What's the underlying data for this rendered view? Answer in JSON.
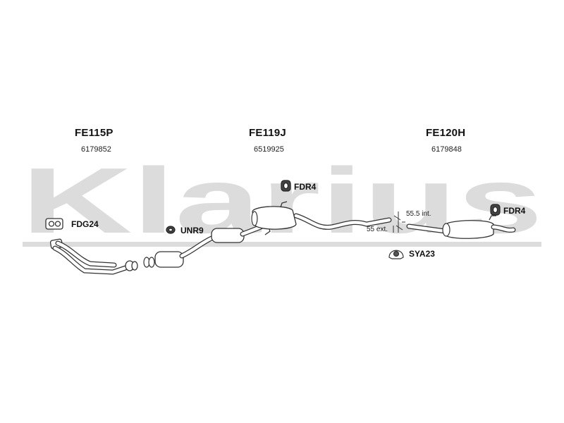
{
  "watermark": {
    "text": "Klarius",
    "color": "#d9d9d9"
  },
  "parts": [
    {
      "code": "FE115P",
      "number": "6179852"
    },
    {
      "code": "FE119J",
      "number": "6519925"
    },
    {
      "code": "FE120H",
      "number": "6179848"
    }
  ],
  "accessories": [
    {
      "code": "FDG24"
    },
    {
      "code": "UNR9"
    },
    {
      "code": "FDR4"
    },
    {
      "code": "FDR4"
    },
    {
      "code": "SYA23"
    }
  ],
  "dimensions": {
    "internal": "55.5 int.",
    "external": "55 ext."
  },
  "colors": {
    "pipe_fill": "#ffffff",
    "pipe_stroke": "#333333",
    "text": "#111111"
  }
}
